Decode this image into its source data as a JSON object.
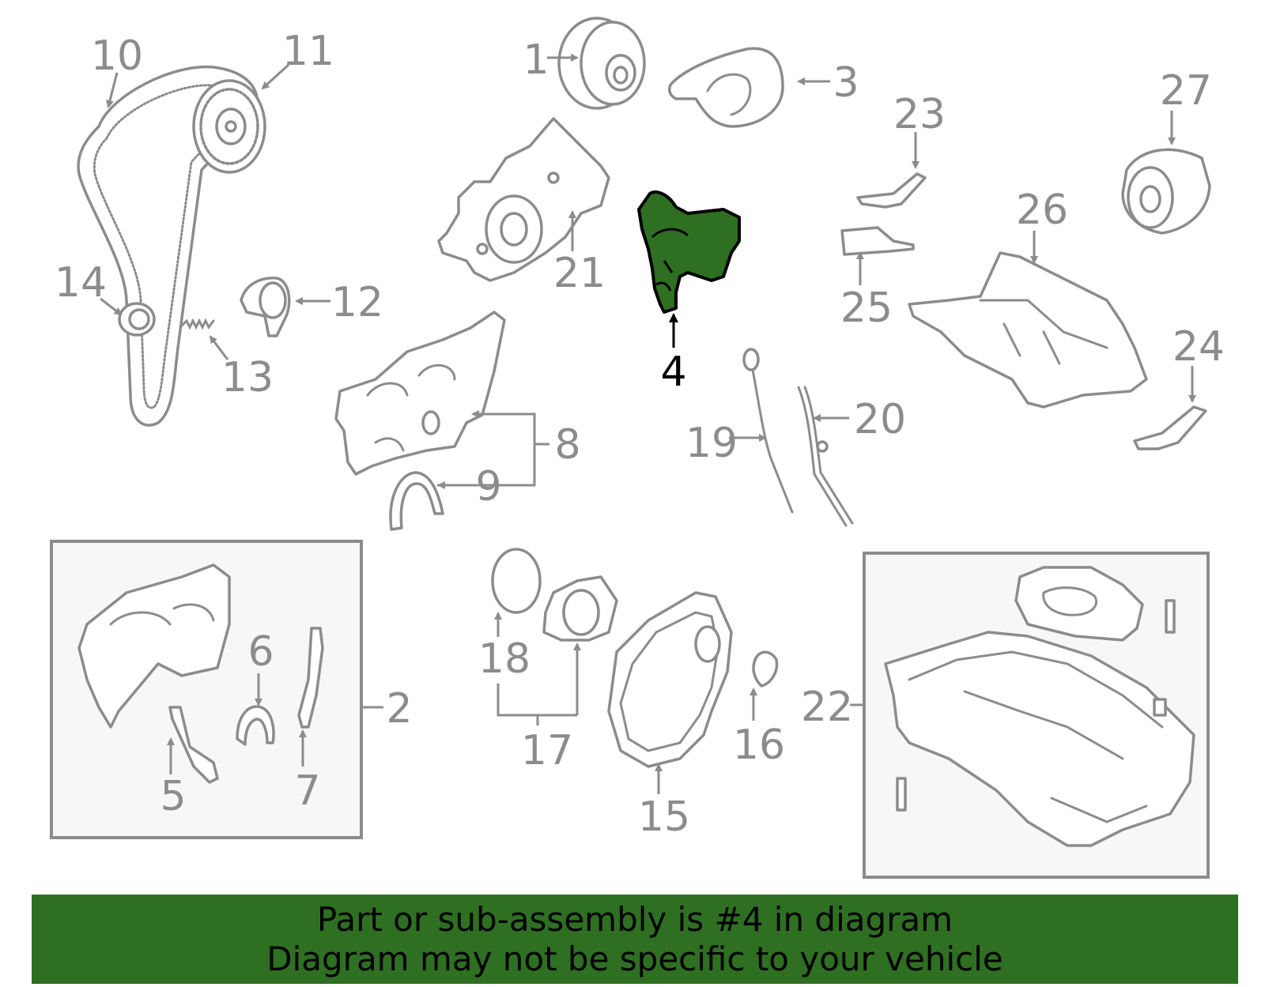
{
  "callouts": {
    "c1": "1",
    "c2": "2",
    "c3": "3",
    "c4": "4",
    "c5": "5",
    "c6": "6",
    "c7": "7",
    "c8": "8",
    "c9": "9",
    "c10": "10",
    "c11": "11",
    "c12": "12",
    "c13": "13",
    "c14": "14",
    "c15": "15",
    "c16": "16",
    "c17": "17",
    "c18": "18",
    "c19": "19",
    "c20": "20",
    "c21": "21",
    "c22": "22",
    "c23": "23",
    "c24": "24",
    "c25": "25",
    "c26": "26",
    "c27": "27"
  },
  "highlight": {
    "part": "4",
    "color": "#2e6f22"
  },
  "banner": {
    "line1": "Part or sub-assembly is #4 in diagram",
    "line2": "Diagram may not be specific to your vehicle",
    "color": "#2e6f22"
  }
}
